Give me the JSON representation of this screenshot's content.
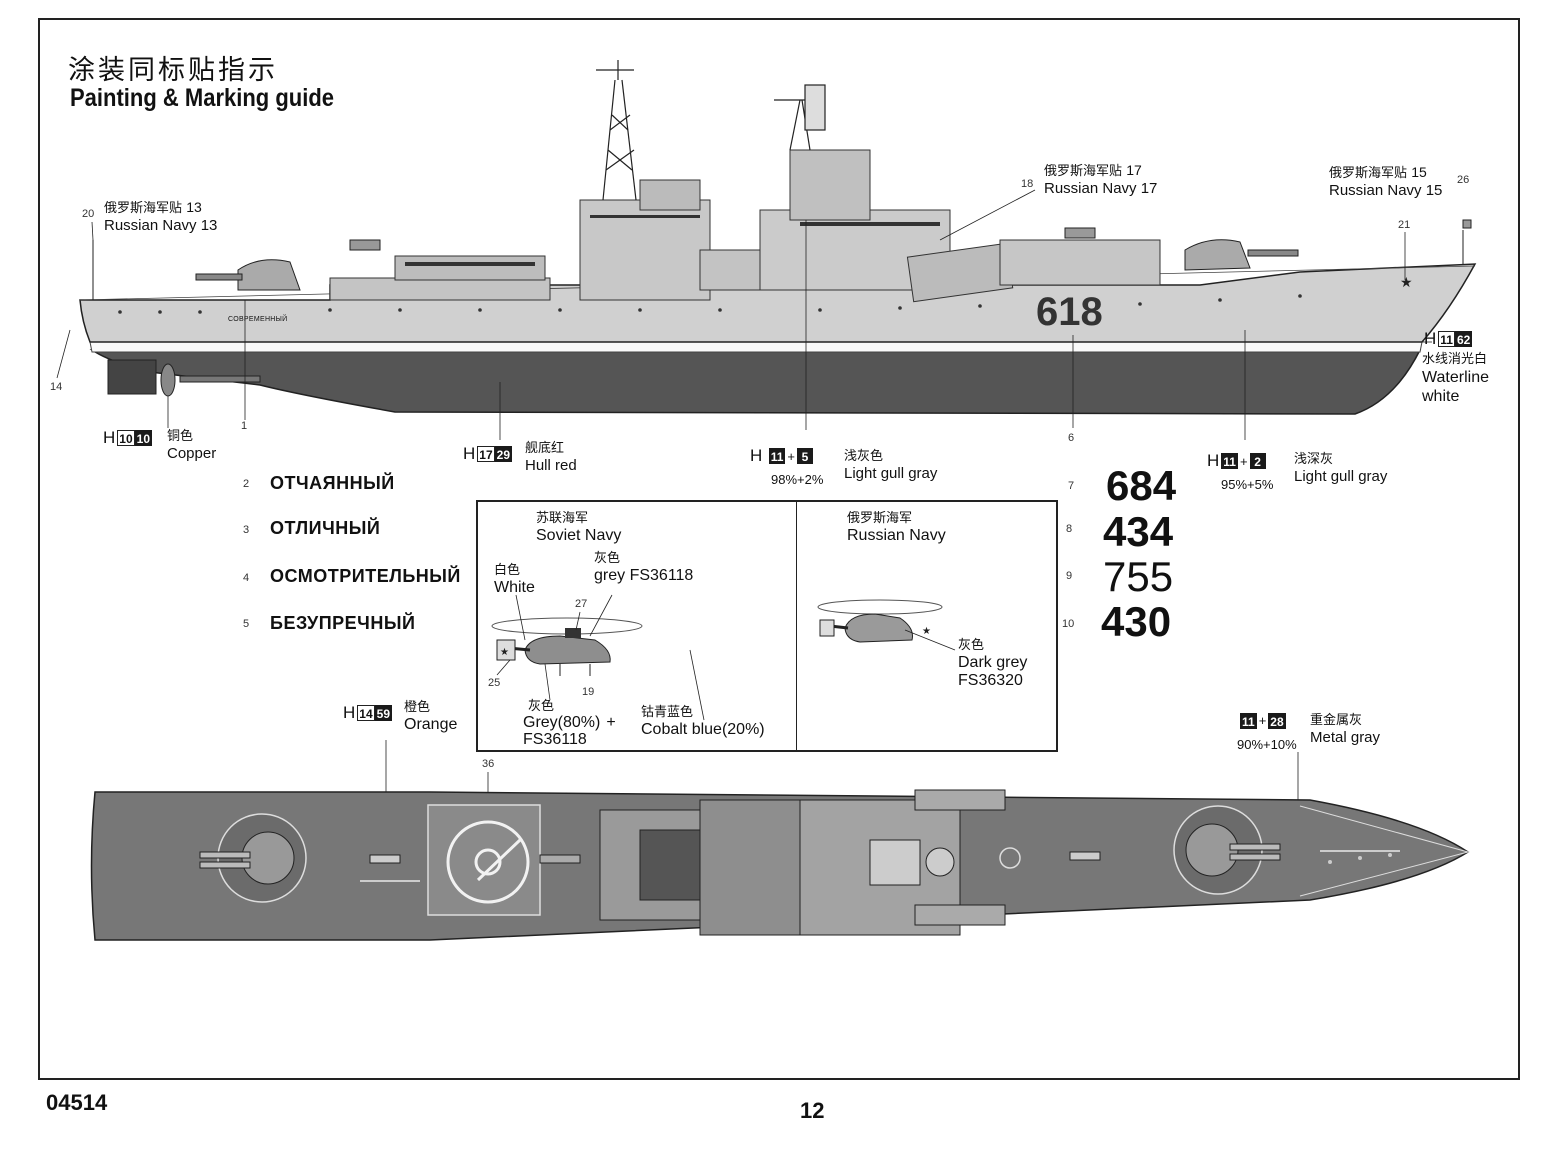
{
  "header": {
    "title_cn": "涂装同标贴指示",
    "title_en": "Painting & Marking guide"
  },
  "side_view": {
    "hull_text": "СОВРЕМЕННЫЙ",
    "hull_number": "618",
    "callouts": {
      "c20": "20",
      "c14": "14",
      "c1": "1",
      "c18": "18",
      "c26": "26",
      "c21": "21",
      "c6": "6"
    },
    "decals": {
      "navy13_cn": "俄罗斯海军贴",
      "navy13_num": "13",
      "navy13_en": "Russian Navy 13",
      "navy17_cn": "俄罗斯海军贴",
      "navy17_num": "17",
      "navy17_en": "Russian Navy 17",
      "navy15_cn": "俄罗斯海军贴",
      "navy15_num": "15",
      "navy15_en": "Russian Navy 15"
    }
  },
  "paints": {
    "copper": {
      "h": "H",
      "a": "10",
      "b": "10",
      "cn": "铜色",
      "en": "Copper"
    },
    "hull_red": {
      "h": "H",
      "a": "17",
      "b": "29",
      "cn": "舰底红",
      "en": "Hull red"
    },
    "light_gull_1": {
      "h": "H",
      "a": "11",
      "plus": "+",
      "b": "5",
      "cn": "浅灰色",
      "en": "Light gull gray",
      "ratio": "98%+2%"
    },
    "light_gull_2": {
      "h": "H",
      "a": "11",
      "plus": "+",
      "b": "2",
      "cn": "浅深灰",
      "en": "Light gull gray",
      "ratio": "95%+5%"
    },
    "waterline": {
      "h": "H",
      "a": "11",
      "b": "62",
      "cn": "水线消光白",
      "en1": "Waterline",
      "en2": "white"
    },
    "orange": {
      "h": "H",
      "a": "14",
      "b": "59",
      "cn": "橙色",
      "en": "Orange"
    },
    "metal_gray": {
      "a": "11",
      "plus": "+",
      "b": "28",
      "cn": "重金属灰",
      "en": "Metal gray",
      "ratio": "90%+10%"
    }
  },
  "ship_names": [
    {
      "num": "2",
      "name": "ОТЧАЯННЫЙ"
    },
    {
      "num": "3",
      "name": "ОТЛИЧНЫЙ"
    },
    {
      "num": "4",
      "name": "ОСМОТРИТЕЛЬНЫЙ"
    },
    {
      "num": "5",
      "name": "БЕЗУПРЕЧНЫЙ"
    }
  ],
  "hull_numbers": [
    {
      "num": "7",
      "value": "684"
    },
    {
      "num": "8",
      "value": "434"
    },
    {
      "num": "9",
      "value": "755"
    },
    {
      "num": "10",
      "value": "430"
    }
  ],
  "inset": {
    "soviet_cn": "苏联海军",
    "soviet_en": "Soviet Navy",
    "white_cn": "白色",
    "white_en": "White",
    "grey_cn": "灰色",
    "grey_en": "grey FS36118",
    "c27": "27",
    "c25": "25",
    "c19": "19",
    "mix_cn": "灰色",
    "mix_en1": "Grey(80%)",
    "mix_plus": "+",
    "mix_en2": "FS36118",
    "cobalt_cn": "钴青蓝色",
    "cobalt_en": "Cobalt blue(20%)",
    "russian_cn": "俄罗斯海军",
    "russian_en": "Russian Navy",
    "dark_cn": "灰色",
    "dark_en1": "Dark grey",
    "dark_en2": "FS36320"
  },
  "top_view": {
    "c36": "36"
  },
  "footer": {
    "code": "04514",
    "page": "12"
  }
}
